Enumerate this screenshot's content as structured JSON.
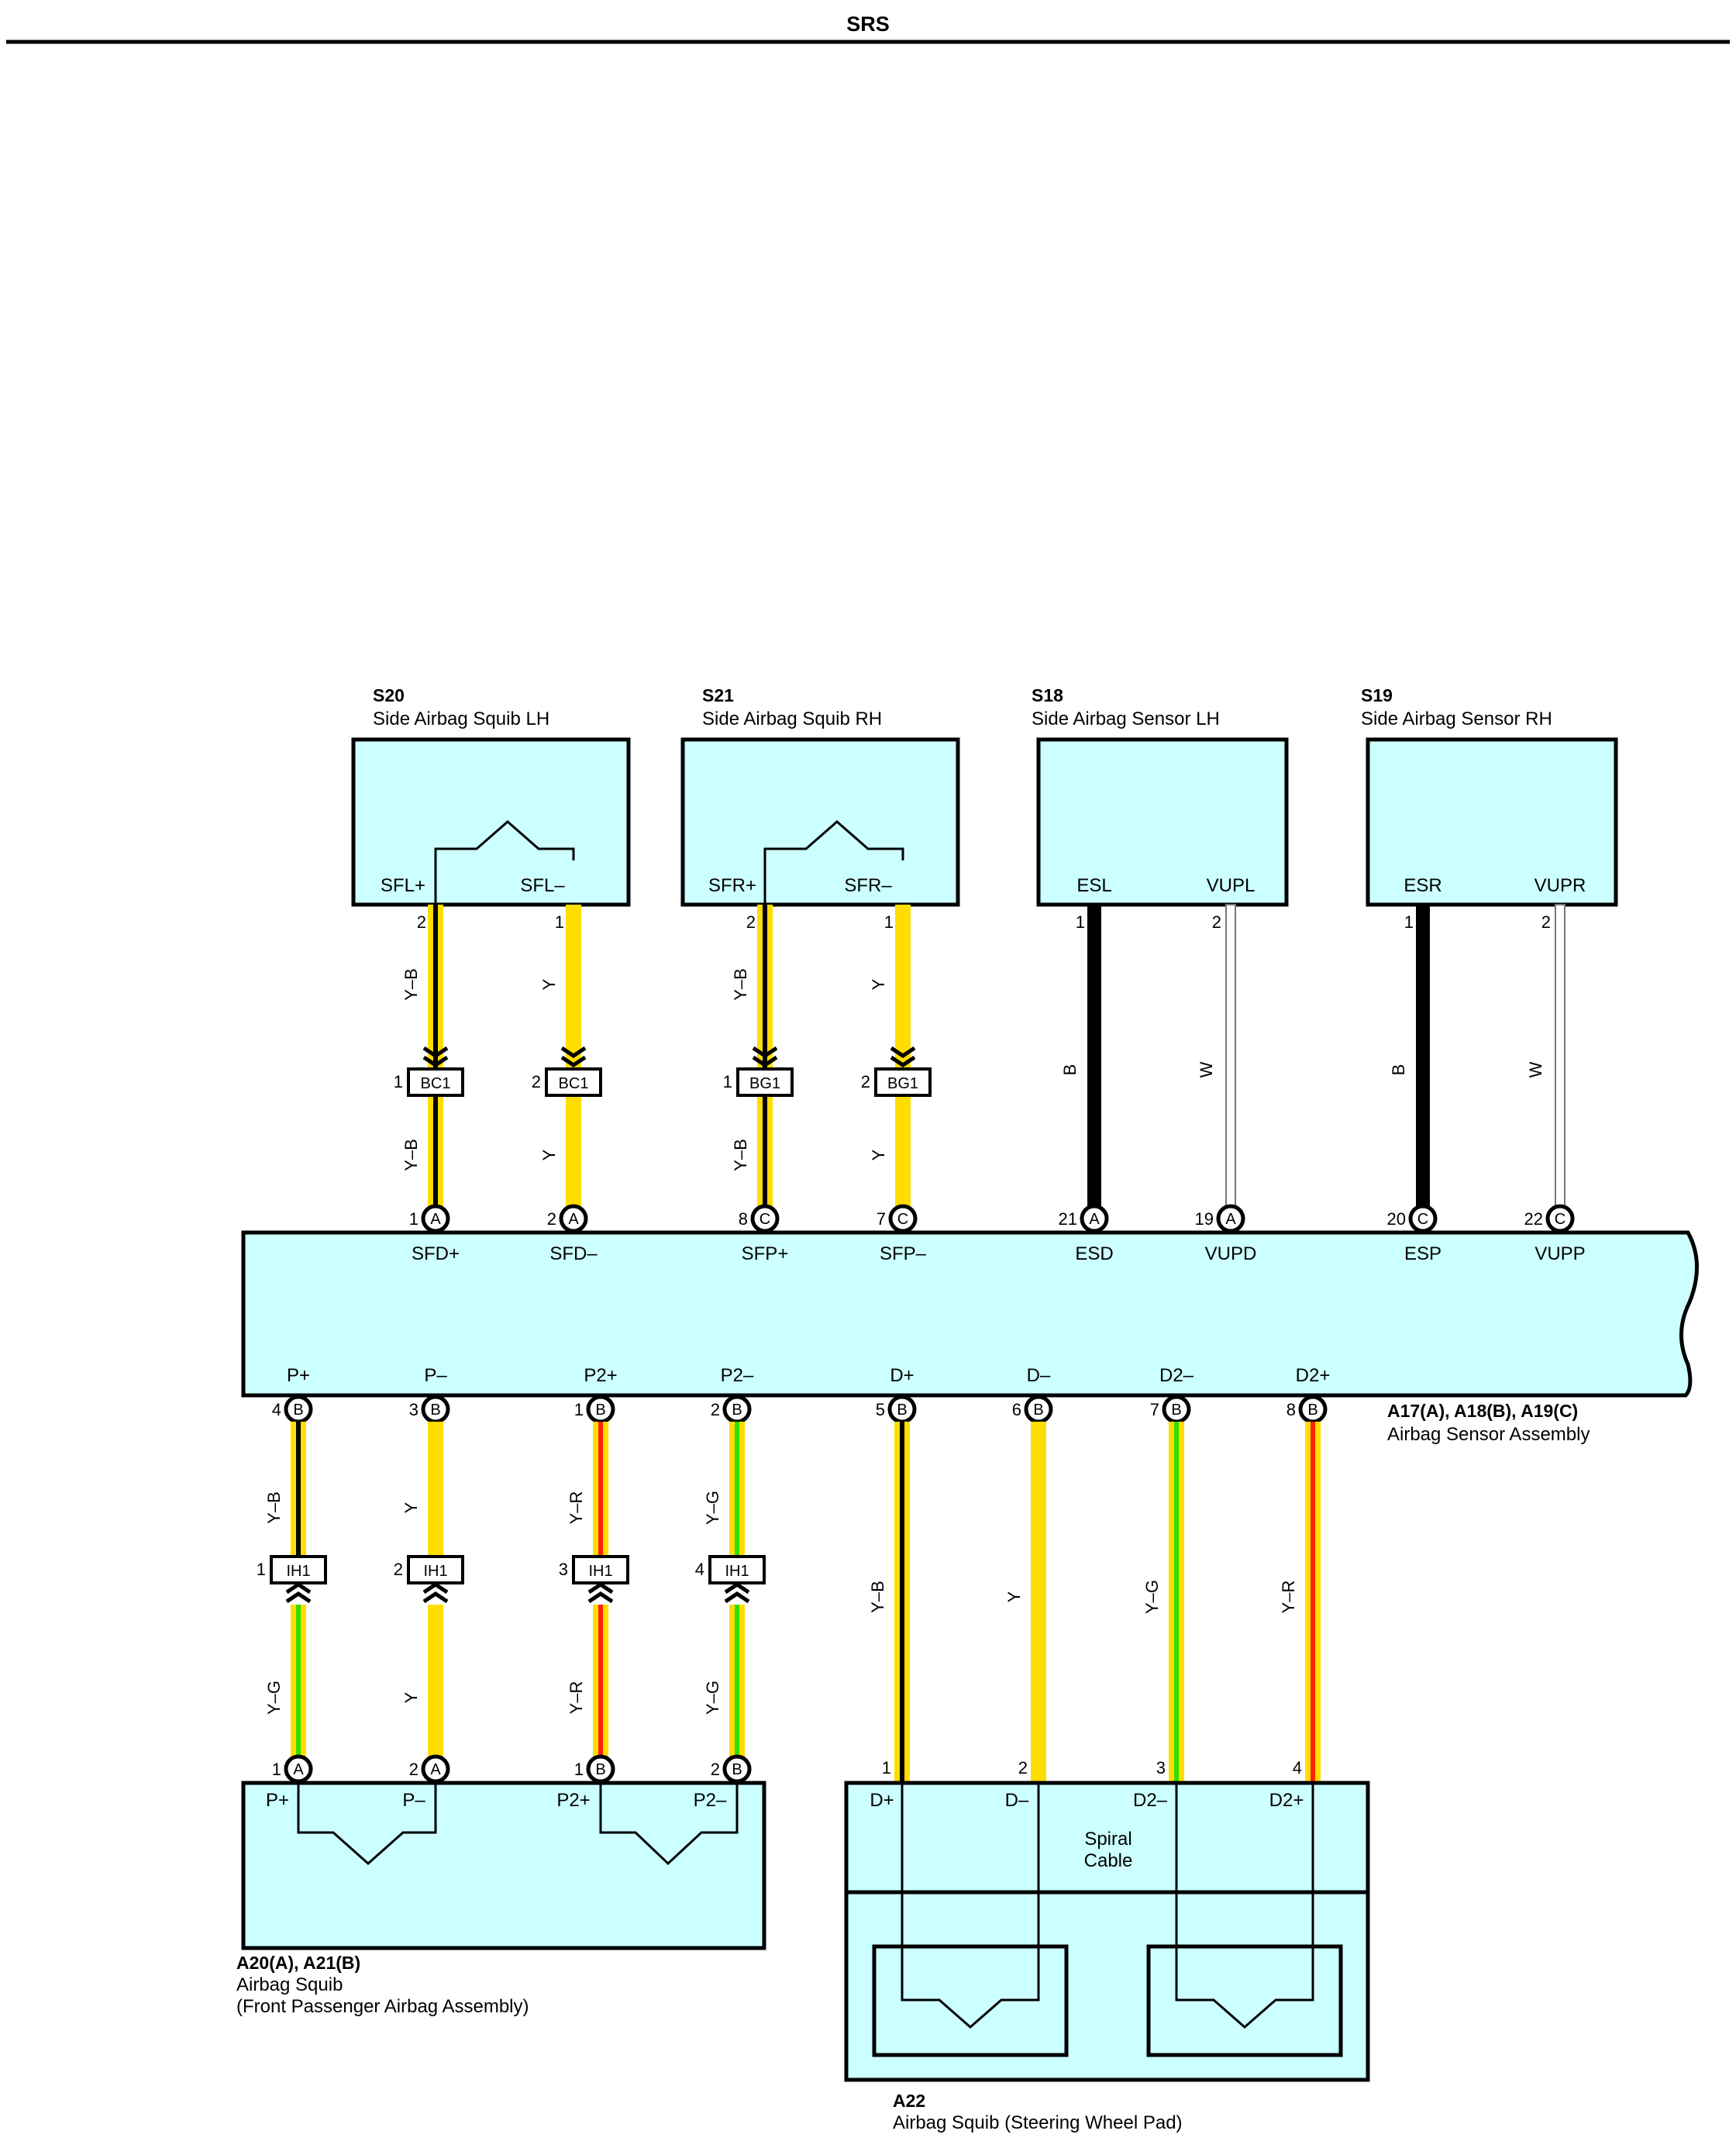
{
  "header": {
    "title": "SRS"
  },
  "components": {
    "s20": {
      "id": "S20",
      "name": "Side Airbag Squib LH",
      "pos": "SFL+",
      "neg": "SFL–"
    },
    "s21": {
      "id": "S21",
      "name": "Side Airbag Squib RH",
      "pos": "SFR+",
      "neg": "SFR–"
    },
    "s18": {
      "id": "S18",
      "name": "Side Airbag Sensor LH",
      "t1": "ESL",
      "t2": "VUPL"
    },
    "s19": {
      "id": "S19",
      "name": "Side Airbag Sensor RH",
      "t1": "ESR",
      "t2": "VUPR"
    },
    "ecu": {
      "id": "A17(A), A18(B), A19(C)",
      "name": "Airbag Sensor Assembly",
      "top_terms": [
        "SFD+",
        "SFD–",
        "SFP+",
        "SFP–",
        "ESD",
        "VUPD",
        "ESP",
        "VUPP"
      ],
      "bottom_terms": [
        "P+",
        "P–",
        "P2+",
        "P2–",
        "D+",
        "D–",
        "D2–",
        "D2+"
      ]
    },
    "a20": {
      "id": "A20(A), A21(B)",
      "name": "Airbag Squib",
      "name2": "(Front Passenger Airbag Assembly)",
      "terms": [
        "P+",
        "P–",
        "P2+",
        "P2–"
      ]
    },
    "a22": {
      "id": "A22",
      "name": "Airbag Squib (Steering Wheel Pad)",
      "terms": [
        "D+",
        "D–",
        "D2–",
        "D2+"
      ],
      "spiral_1": "Spiral",
      "spiral_2": "Cable"
    }
  },
  "colors": {
    "Y": "#ffdd00",
    "B": "#000000",
    "W": "#ffffff",
    "R": "#ff2200",
    "G": "#33dd00",
    "box": "#ccffff"
  },
  "wires": {
    "upper": [
      {
        "pin": "2",
        "code": "Y–B",
        "base": "Y",
        "stripe": "B"
      },
      {
        "pin": "1",
        "code": "Y",
        "base": "Y",
        "stripe": ""
      },
      {
        "pin": "2",
        "code": "Y–B",
        "base": "Y",
        "stripe": "B"
      },
      {
        "pin": "1",
        "code": "Y",
        "base": "Y",
        "stripe": ""
      },
      {
        "pin": "1",
        "code": "B",
        "base": "B",
        "stripe": ""
      },
      {
        "pin": "2",
        "code": "W",
        "base": "W",
        "stripe": ""
      },
      {
        "pin": "1",
        "code": "B",
        "base": "B",
        "stripe": ""
      },
      {
        "pin": "2",
        "code": "W",
        "base": "W",
        "stripe": ""
      }
    ],
    "upper_junctions": [
      {
        "tag": "BC1",
        "pin": "1",
        "code": "Y–B"
      },
      {
        "tag": "BC1",
        "pin": "2",
        "code": "Y"
      },
      {
        "tag": "BG1",
        "pin": "1",
        "code": "Y–B"
      },
      {
        "tag": "BG1",
        "pin": "2",
        "code": "Y"
      }
    ],
    "ecu_top_pins": [
      {
        "pin": "1",
        "letter": "A"
      },
      {
        "pin": "2",
        "letter": "A"
      },
      {
        "pin": "8",
        "letter": "C"
      },
      {
        "pin": "7",
        "letter": "C"
      },
      {
        "pin": "21",
        "letter": "A"
      },
      {
        "pin": "19",
        "letter": "A"
      },
      {
        "pin": "20",
        "letter": "C"
      },
      {
        "pin": "22",
        "letter": "C"
      }
    ],
    "ecu_bottom_pins": [
      {
        "pin": "4",
        "letter": "B"
      },
      {
        "pin": "3",
        "letter": "B"
      },
      {
        "pin": "1",
        "letter": "B"
      },
      {
        "pin": "2",
        "letter": "B"
      },
      {
        "pin": "5",
        "letter": "B"
      },
      {
        "pin": "6",
        "letter": "B"
      },
      {
        "pin": "7",
        "letter": "B"
      },
      {
        "pin": "8",
        "letter": "B"
      }
    ],
    "passenger": [
      {
        "code_top": "Y–B",
        "top_base": "Y",
        "top_stripe": "B",
        "tag": "IH1",
        "tag_pin": "1",
        "code_bot": "Y–G",
        "bot_base": "Y",
        "bot_stripe": "G",
        "pin": "1",
        "letter": "A"
      },
      {
        "code_top": "Y",
        "top_base": "Y",
        "top_stripe": "",
        "tag": "IH1",
        "tag_pin": "2",
        "code_bot": "Y",
        "bot_base": "Y",
        "bot_stripe": "",
        "pin": "2",
        "letter": "A"
      },
      {
        "code_top": "Y–R",
        "top_base": "Y",
        "top_stripe": "R",
        "tag": "IH1",
        "tag_pin": "3",
        "code_bot": "Y–R",
        "bot_base": "Y",
        "bot_stripe": "R",
        "pin": "1",
        "letter": "B"
      },
      {
        "code_top": "Y–G",
        "top_base": "Y",
        "top_stripe": "G",
        "tag": "IH1",
        "tag_pin": "4",
        "code_bot": "Y–G",
        "bot_base": "Y",
        "bot_stripe": "G",
        "pin": "2",
        "letter": "B"
      }
    ],
    "driver": [
      {
        "code": "Y–B",
        "base": "Y",
        "stripe": "B",
        "pin": "1"
      },
      {
        "code": "Y",
        "base": "Y",
        "stripe": "",
        "pin": "2"
      },
      {
        "code": "Y–G",
        "base": "Y",
        "stripe": "G",
        "pin": "3"
      },
      {
        "code": "Y–R",
        "base": "Y",
        "stripe": "R",
        "pin": "4"
      }
    ]
  }
}
